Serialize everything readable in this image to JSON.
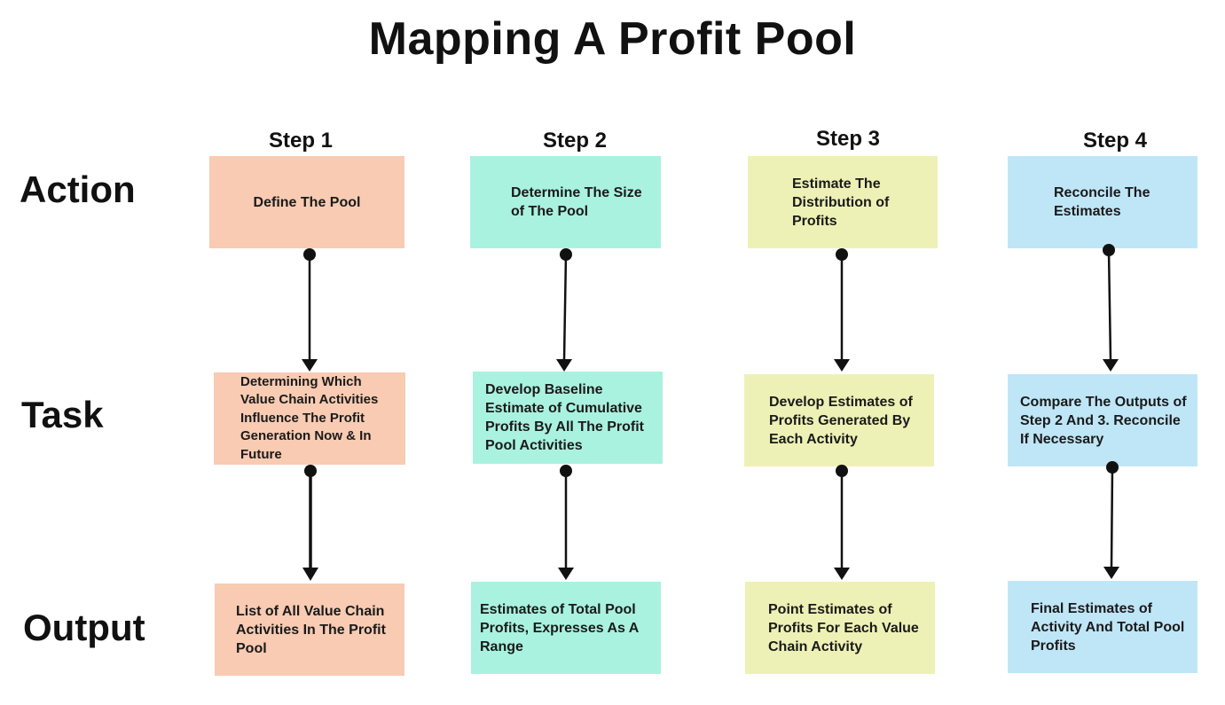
{
  "title": "Mapping A Profit Pool",
  "rows": {
    "action": "Action",
    "task": "Task",
    "output": "Output"
  },
  "steps": [
    {
      "label": "Step 1",
      "color": "#f8cbb2",
      "action": "Define The Pool",
      "task": "Determining Which Value Chain Activities Influence The Profit Generation Now & In Future",
      "output": "List of All Value Chain Activities In The Profit Pool"
    },
    {
      "label": "Step 2",
      "color": "#a9f2df",
      "action": "Determine The Size of The Pool",
      "task": "Develop Baseline Estimate of Cumulative Profits By All The Profit Pool Activities",
      "output": "Estimates of Total Pool Profits, Expresses As A Range"
    },
    {
      "label": "Step 3",
      "color": "#eef1b5",
      "action": "Estimate The Distribution of Profits",
      "task": "Develop Estimates of Profits Generated By Each Activity",
      "output": "Point Estimates of Profits For Each Value Chain Activity"
    },
    {
      "label": "Step 4",
      "color": "#bfe6f7",
      "action": "Reconcile The Estimates",
      "task": "Compare The Outputs of Step 2 And 3. Reconcile If Necessary",
      "output": "Final Estimates of Activity And Total Pool Profits"
    }
  ]
}
